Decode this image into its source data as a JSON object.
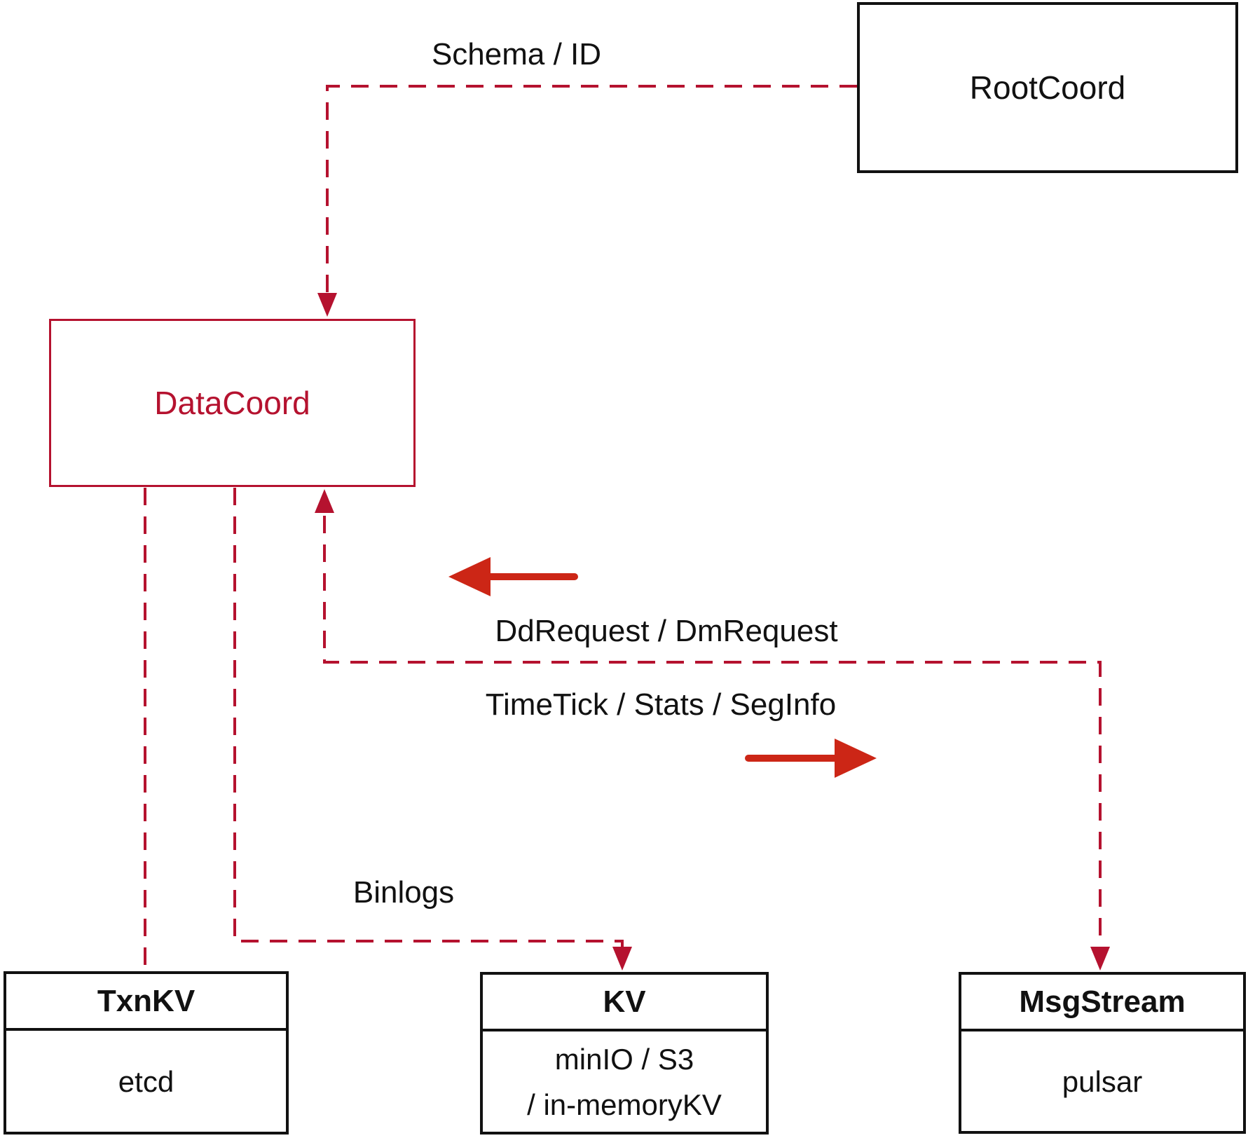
{
  "diagram": {
    "nodes": {
      "root_coord": {
        "label": "RootCoord"
      },
      "data_coord": {
        "label": "DataCoord"
      },
      "txn_kv": {
        "title": "TxnKV",
        "body": "etcd"
      },
      "kv": {
        "title": "KV",
        "body_line1": "minIO / S3",
        "body_line2": "/ in-memoryKV"
      },
      "msg_stream": {
        "title": "MsgStream",
        "body": "pulsar"
      }
    },
    "edge_labels": {
      "schema_id": "Schema / ID",
      "dd_request": "DdRequest / DmRequest",
      "time_tick": "TimeTick / Stats / SegInfo",
      "binlogs": "Binlogs"
    },
    "colors": {
      "dashed_line": "#b5122f",
      "solid_arrow": "#cc2616",
      "node_border_black": "#111111",
      "data_coord_red": "#b5122f",
      "text_black": "#111111",
      "background": "#ffffff"
    }
  }
}
